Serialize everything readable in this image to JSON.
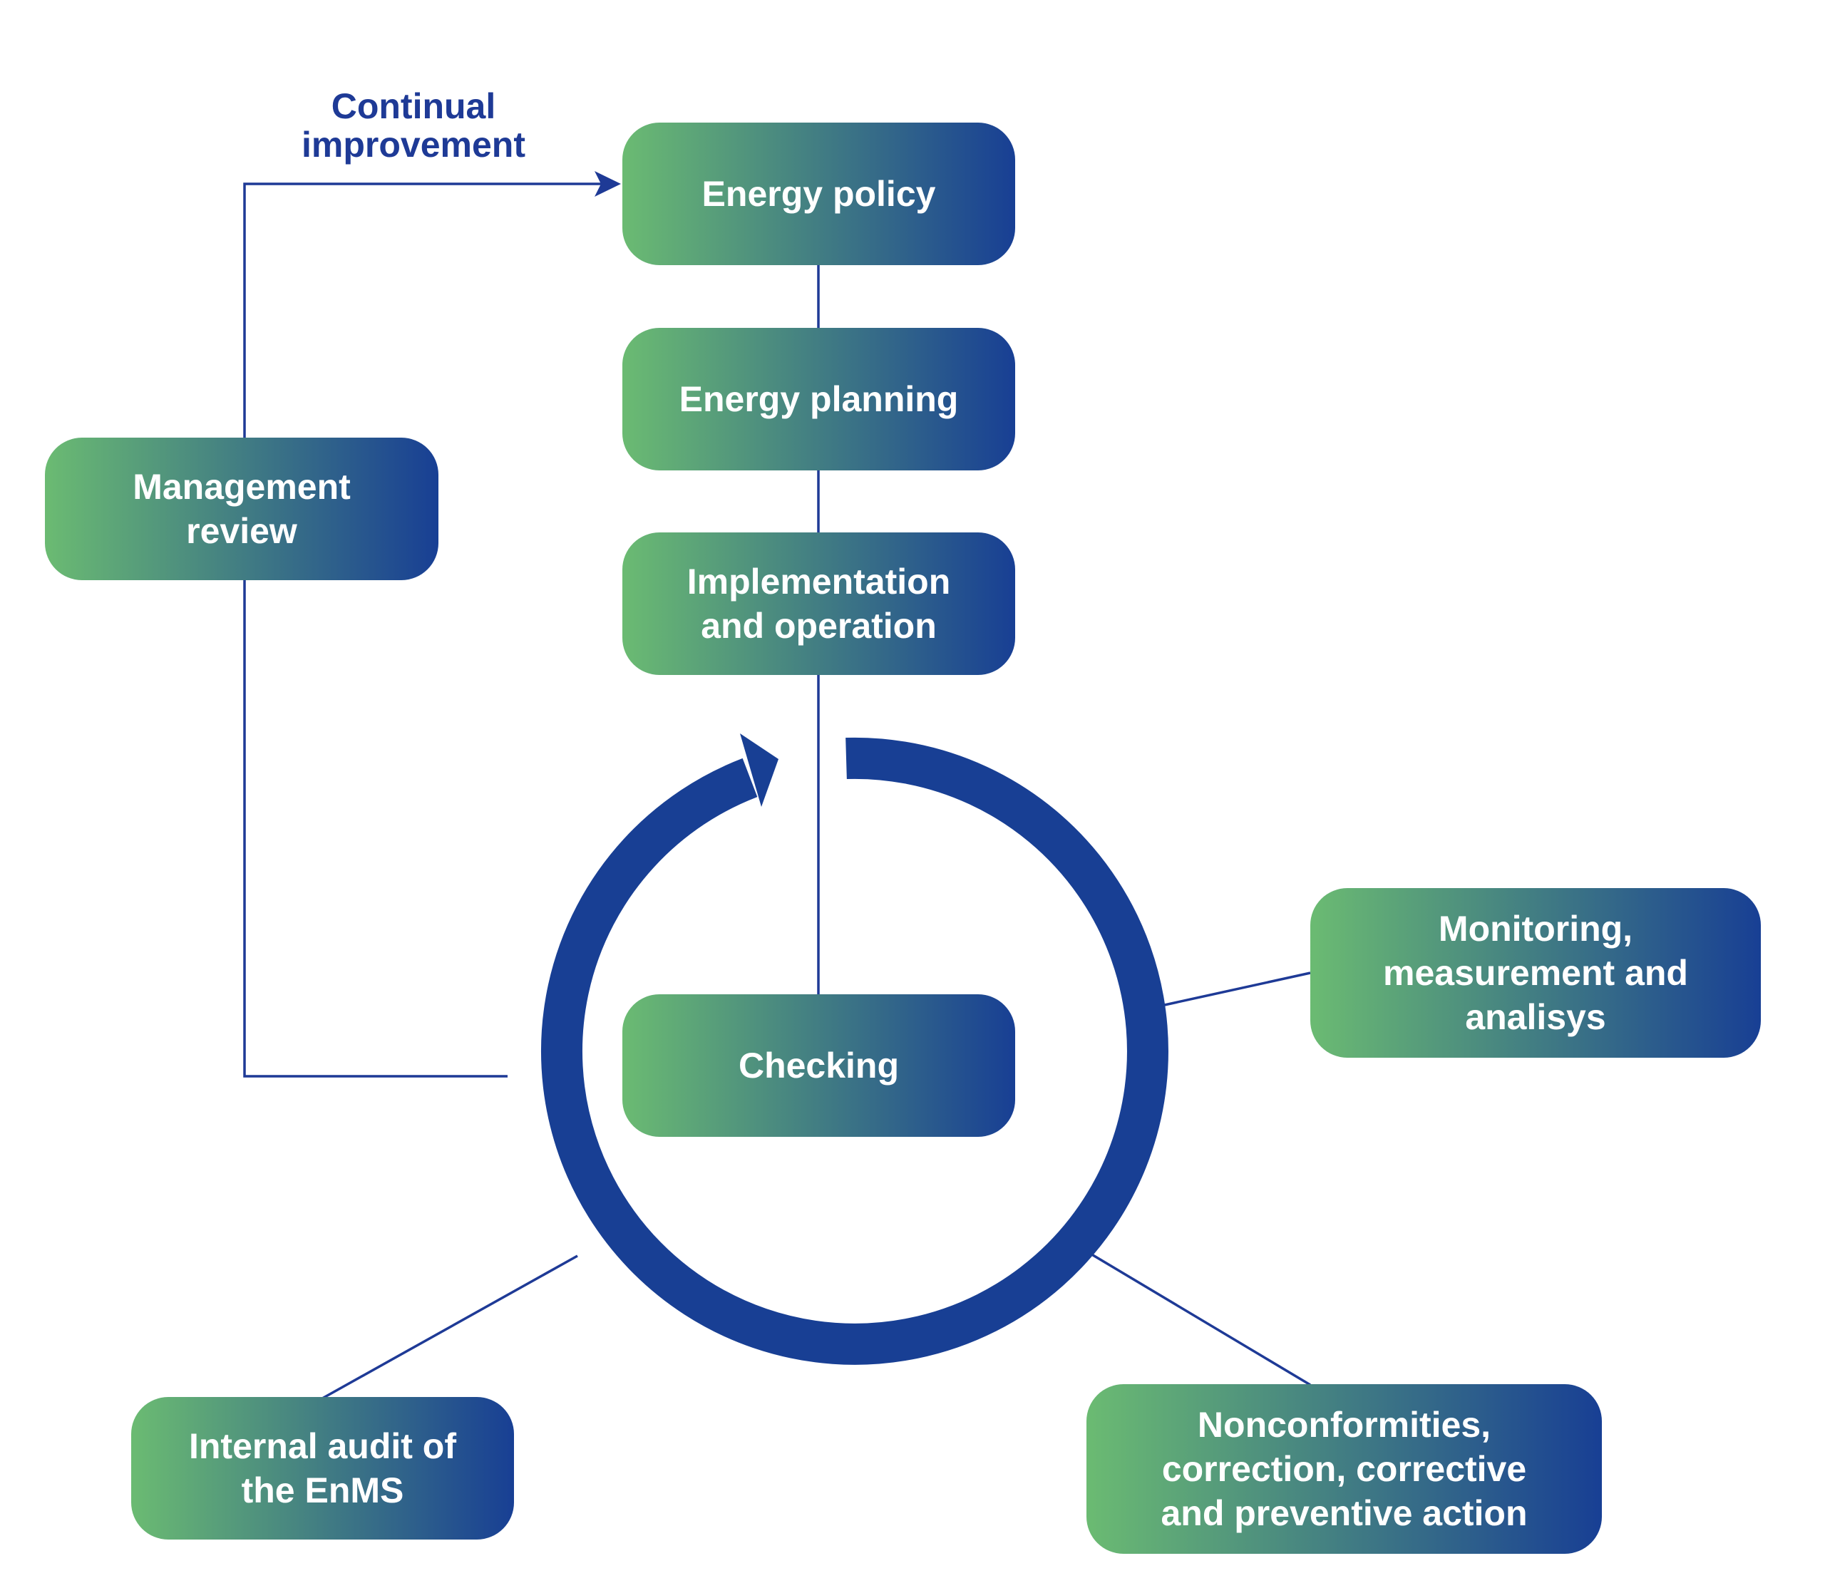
{
  "colors": {
    "gradient_start": "#6bbb72",
    "gradient_end": "#183f94",
    "cycle": "#183f94",
    "connector": "#1e3a96",
    "caption": "#1e3a96"
  },
  "caption": "Continual\nimprovement",
  "boxes": {
    "energy_policy": "Energy policy",
    "energy_planning": "Energy planning",
    "implementation": "Implementation\nand operation",
    "checking": "Checking",
    "management_review": "Management\nreview",
    "monitoring": "Monitoring,\nmeasurement and\nanalisys",
    "nonconformities": "Nonconformities,\ncorrection, corrective\nand preventive action",
    "internal_audit": "Internal audit of\nthe EnMS"
  },
  "icons": {
    "cycle": "circular-arrow-icon",
    "arrow": "arrowhead-icon"
  }
}
